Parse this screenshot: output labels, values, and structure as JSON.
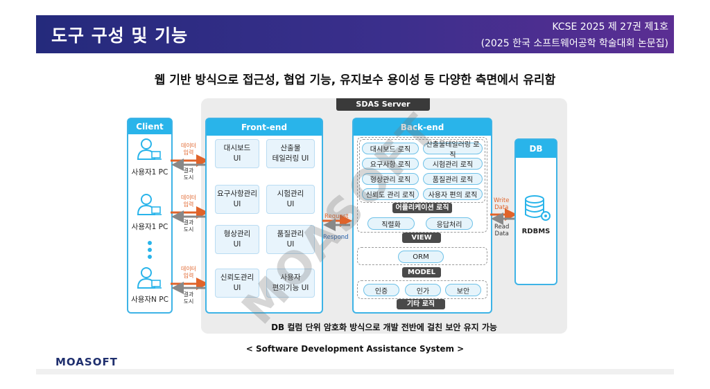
{
  "header": {
    "title": "도구 구성 및 기능",
    "journal_line1": "KCSE 2025 제 27권 제1호",
    "journal_line2": "(2025 한국 소프트웨어공학 학술대회 논문집)"
  },
  "headline": "웹 기반 방식으로 접근성, 협업 기능, 유지보수 용이성 등 다양한 측면에서 유리함",
  "diagram": {
    "client": {
      "title": "Client",
      "users": [
        "사용자1 PC",
        "사용자1 PC",
        "사용자N PC"
      ],
      "input_tag": "데이터\n입력",
      "output_tag": "결과\n도시"
    },
    "server_tab": "SDAS Server",
    "frontend": {
      "title": "Front-end",
      "boxes": [
        "대시보드\nUI",
        "산출물\n테일러링 UI",
        "요구사항관리\nUI",
        "시험관리\nUI",
        "형상관리\nUI",
        "품질관리\nUI",
        "신뢰도관리\nUI",
        "사용자\n편의기능 UI"
      ]
    },
    "request_label": "Request",
    "respond_label": "Respond",
    "backend": {
      "title": "Back-end",
      "logics": [
        "대시보드 로직",
        "산출물테일러링 로직",
        "요구사항 로직",
        "시험관리 로직",
        "형상관리 로직",
        "품질관리 로직",
        "신뢰도 관리 로직",
        "사용자 편의 로직"
      ],
      "app_logic_label": "어플리케이션 로직",
      "view_items": [
        "직렬화",
        "응답처리"
      ],
      "view_label": "VIEW",
      "model_items": [
        "ORM"
      ],
      "model_label": "MODEL",
      "etc_items": [
        "인증",
        "인가",
        "보안"
      ],
      "etc_label": "기타 로직"
    },
    "write_data": "Write\nData",
    "read_data": "Read\nData",
    "db": {
      "title": "DB",
      "label": "RDBMS"
    },
    "caption": "DB 컬럼 단위 암호화 방식으로 개발 전반에 걸친 보안 유지 가능"
  },
  "subcaption": "< Software Development Assistance System >",
  "logo": "MOASOFT",
  "watermark": "MOASOFT",
  "colors": {
    "accent": "#29b4ea",
    "header": "#2c2a80",
    "arrow_in": "#e0632a",
    "arrow_out": "#888888"
  }
}
